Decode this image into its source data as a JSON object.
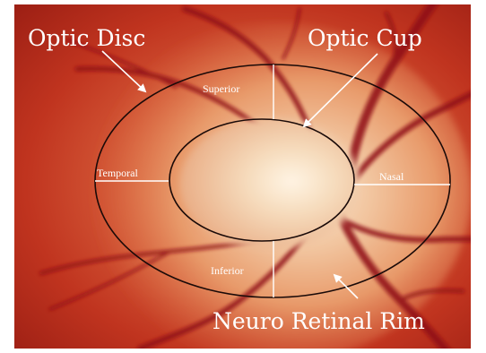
{
  "labels": {
    "optic_disc": "Optic Disc",
    "optic_cup": "Optic Cup",
    "neuro_retinal_rim": "Neuro Retinal Rim"
  },
  "sectors": {
    "superior": "Superior",
    "inferior": "Inferior",
    "temporal": "Temporal",
    "nasal": "Nasal"
  },
  "colors": {
    "retina_background": "#c0341f",
    "disc_glow": "#e89a6a",
    "cup_pale": "#f3d3b4",
    "vessel": "#8f0f12",
    "outline": "#1a0a08",
    "annotation": "#ffffff"
  }
}
